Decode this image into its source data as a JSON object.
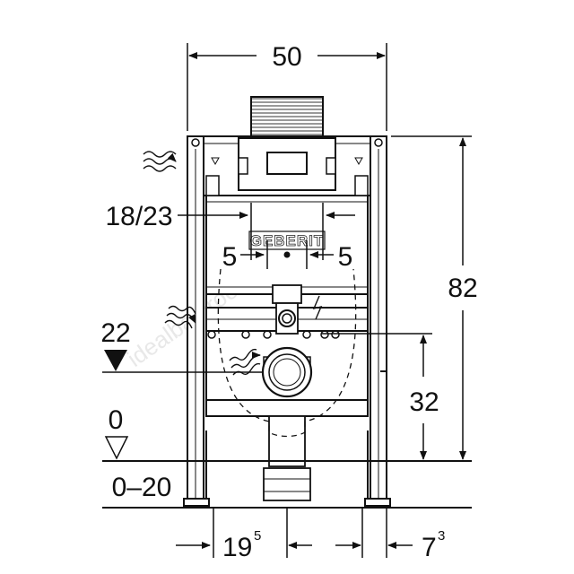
{
  "dimensions": {
    "width_top": "50",
    "height_total": "82",
    "pipe_spacing": "18/23",
    "left_offset_small": "5",
    "right_offset_small": "5",
    "waste_height": "32",
    "bottom_left_main": "19",
    "bottom_left_sup": "5",
    "bottom_right_main": "7",
    "bottom_right_sup": "3"
  },
  "levels": {
    "supply_height": "22",
    "floor_level": "0",
    "floor_adjust": "0–20"
  },
  "brand": {
    "logo": "GEBERIT"
  },
  "watermark": {
    "text": "idealbathrooms.com"
  },
  "icons": {
    "water_supply": "wavy-arrows-icon",
    "level_triangle_filled": "filled-triangle-icon",
    "level_triangle_outline": "outline-triangle-icon"
  },
  "colors": {
    "line": "#111111",
    "background": "#ffffff"
  }
}
